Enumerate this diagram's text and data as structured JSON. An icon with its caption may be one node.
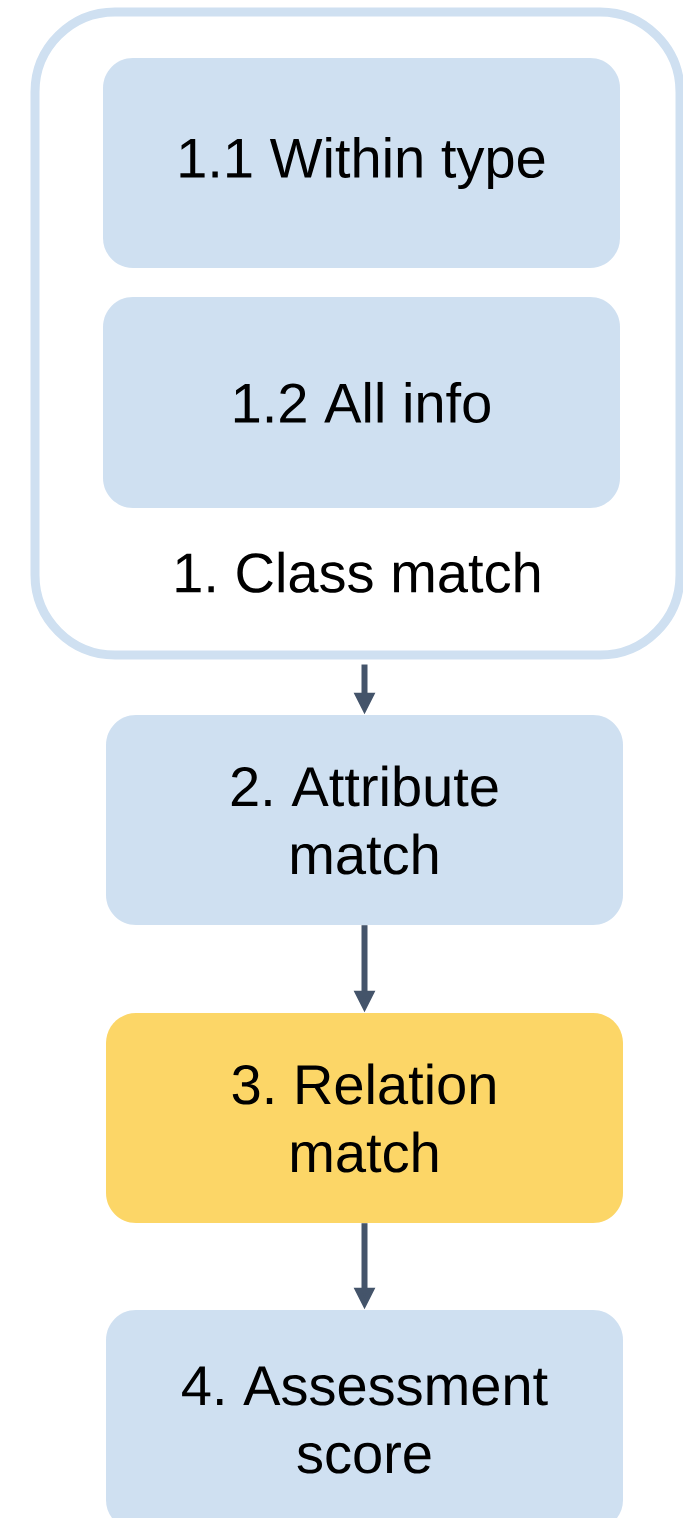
{
  "diagram": {
    "nodes": [
      {
        "text": [
          "1. Class match"
        ]
      },
      {
        "text": [
          "1.1 Within type"
        ],
        "in": 0
      },
      {
        "text": [
          "1.2 All info"
        ],
        "in": 0
      },
      {
        "text": [
          "2. Attribute match"
        ]
      },
      {
        "text": [
          "3. Relation match"
        ]
      },
      {
        "text": [
          "4. Assessment score"
        ]
      }
    ],
    "edges": [
      {
        "from": 0,
        "to": 3,
        "arrow": "to"
      },
      {
        "from": 3,
        "to": 4,
        "arrow": "to"
      },
      {
        "from": 4,
        "to": 5,
        "arrow": "to"
      }
    ]
  }
}
